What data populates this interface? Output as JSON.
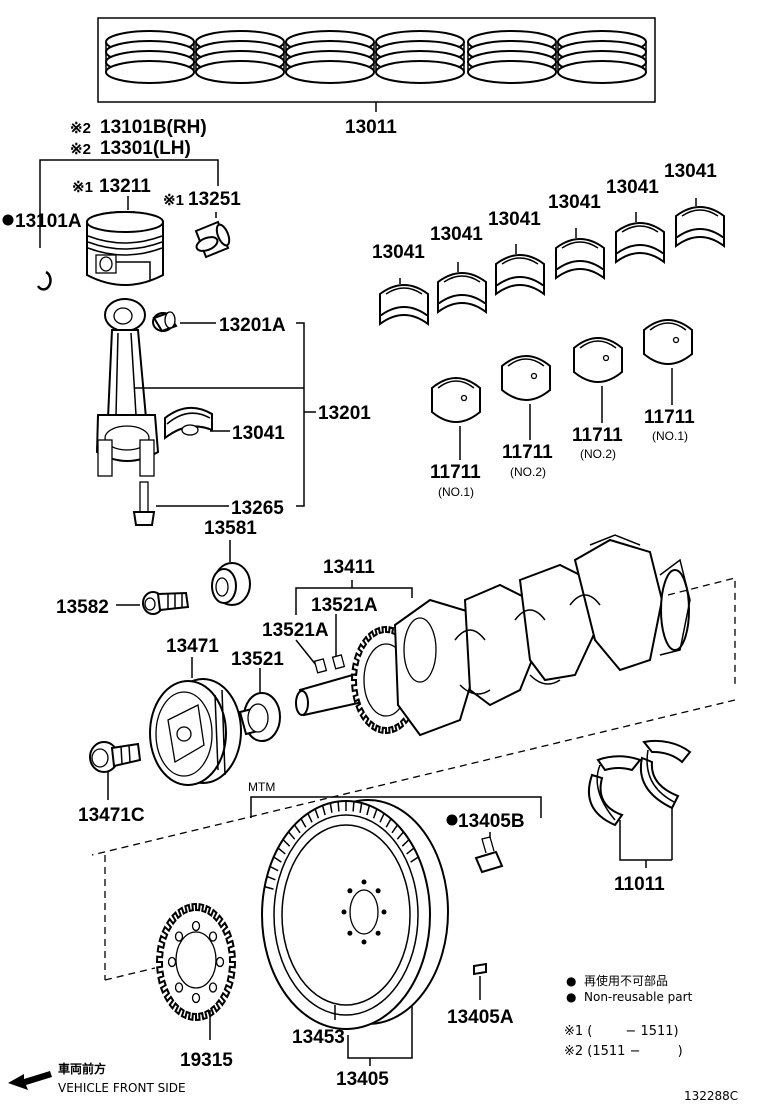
{
  "labels": {
    "p13011": "13011",
    "p13101B": "13101B(RH)",
    "p13301": "13301(LH)",
    "mark2": "※2",
    "mark1": "※1",
    "p13211": "13211",
    "p13251": "13251",
    "p13101A": "13101A",
    "p13201A": "13201A",
    "p13201": "13201",
    "p13041": "13041",
    "p13265": "13265",
    "p13581": "13581",
    "p13582": "13582",
    "p13411": "13411",
    "p13521A": "13521A",
    "p13471": "13471",
    "p13521": "13521",
    "p13471C": "13471C",
    "mtm": "MTM",
    "p13405B": "13405B",
    "p11711": "11711",
    "no1": "(NO.1)",
    "no2": "(NO.2)",
    "p11011": "11011",
    "p13453": "13453",
    "p13405A": "13405A",
    "p13405": "13405",
    "p19315": "19315"
  },
  "legend": {
    "bullet": "●",
    "jp": "再使用不可部品",
    "en": "Non-reusable part",
    "note1": "※1 (        − 1511)",
    "note2": "※2 (1511 −         )"
  },
  "front": {
    "jp": "車両前方",
    "en": "VEHICLE FRONT SIDE"
  },
  "figure_id": "132288C"
}
